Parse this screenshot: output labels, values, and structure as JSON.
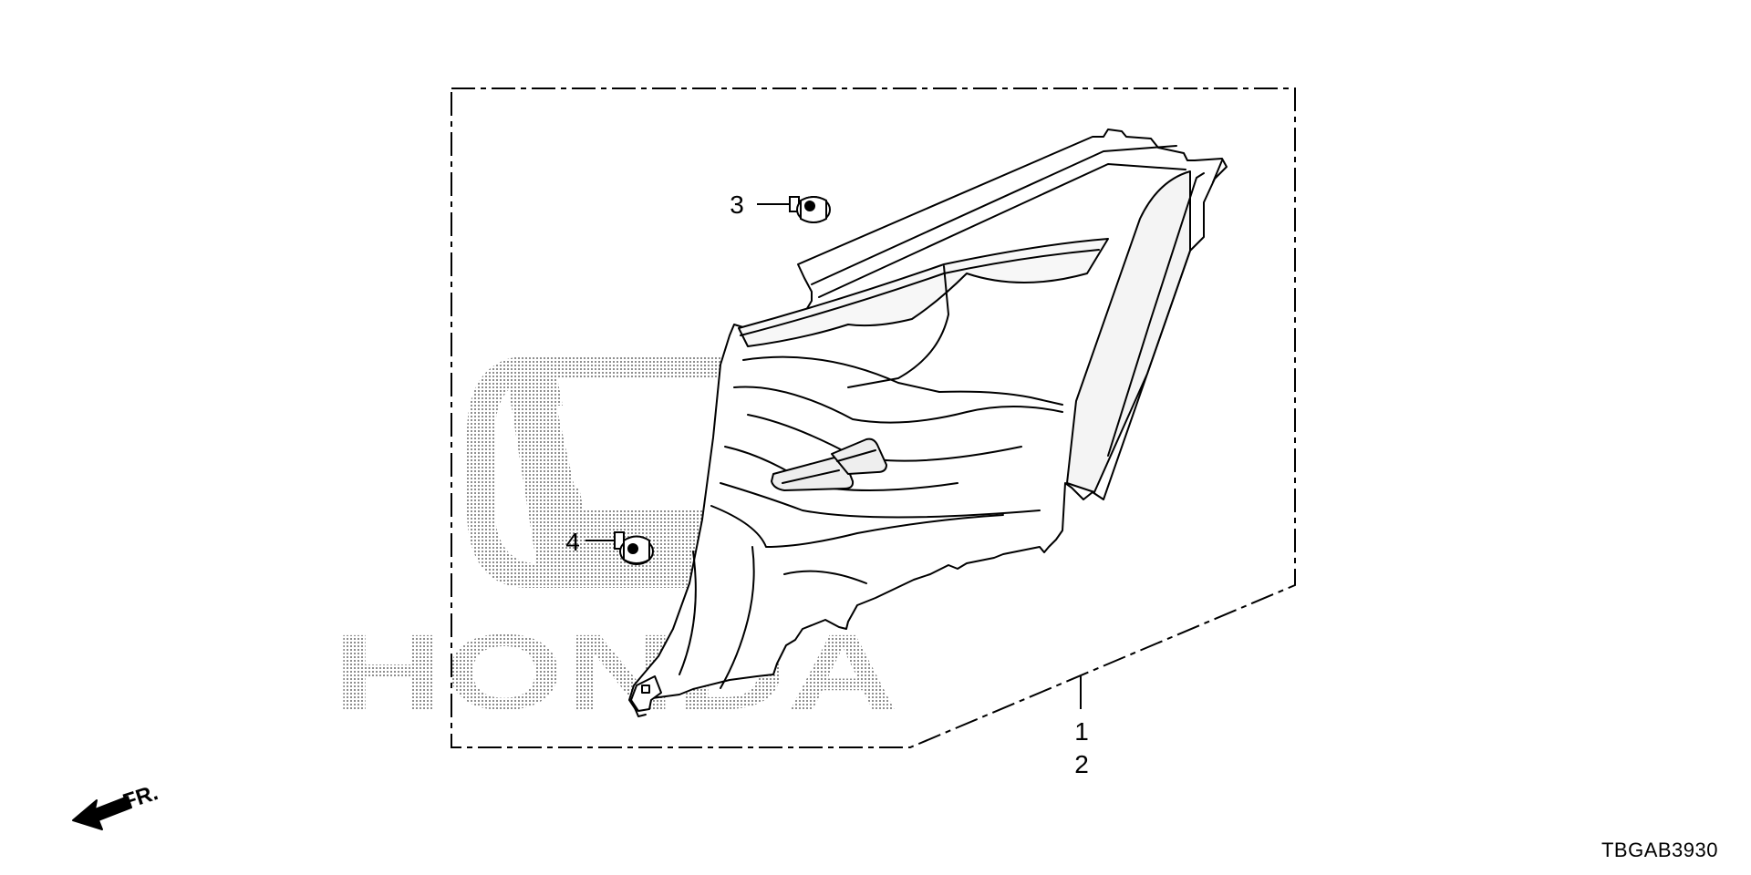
{
  "callouts": {
    "part_1": "1",
    "part_2": "2",
    "part_3": "3",
    "part_4": "4"
  },
  "direction_indicator": {
    "label": "FR.",
    "icon": "front-direction-arrow-icon"
  },
  "watermark": {
    "text": "HONDA",
    "icon": "honda-h-logo-icon"
  },
  "diagram_code": "TBGAB3930",
  "colors": {
    "line": "#000000",
    "watermark": "#9a9a9a",
    "panel_shade": "#f4f4f4"
  }
}
